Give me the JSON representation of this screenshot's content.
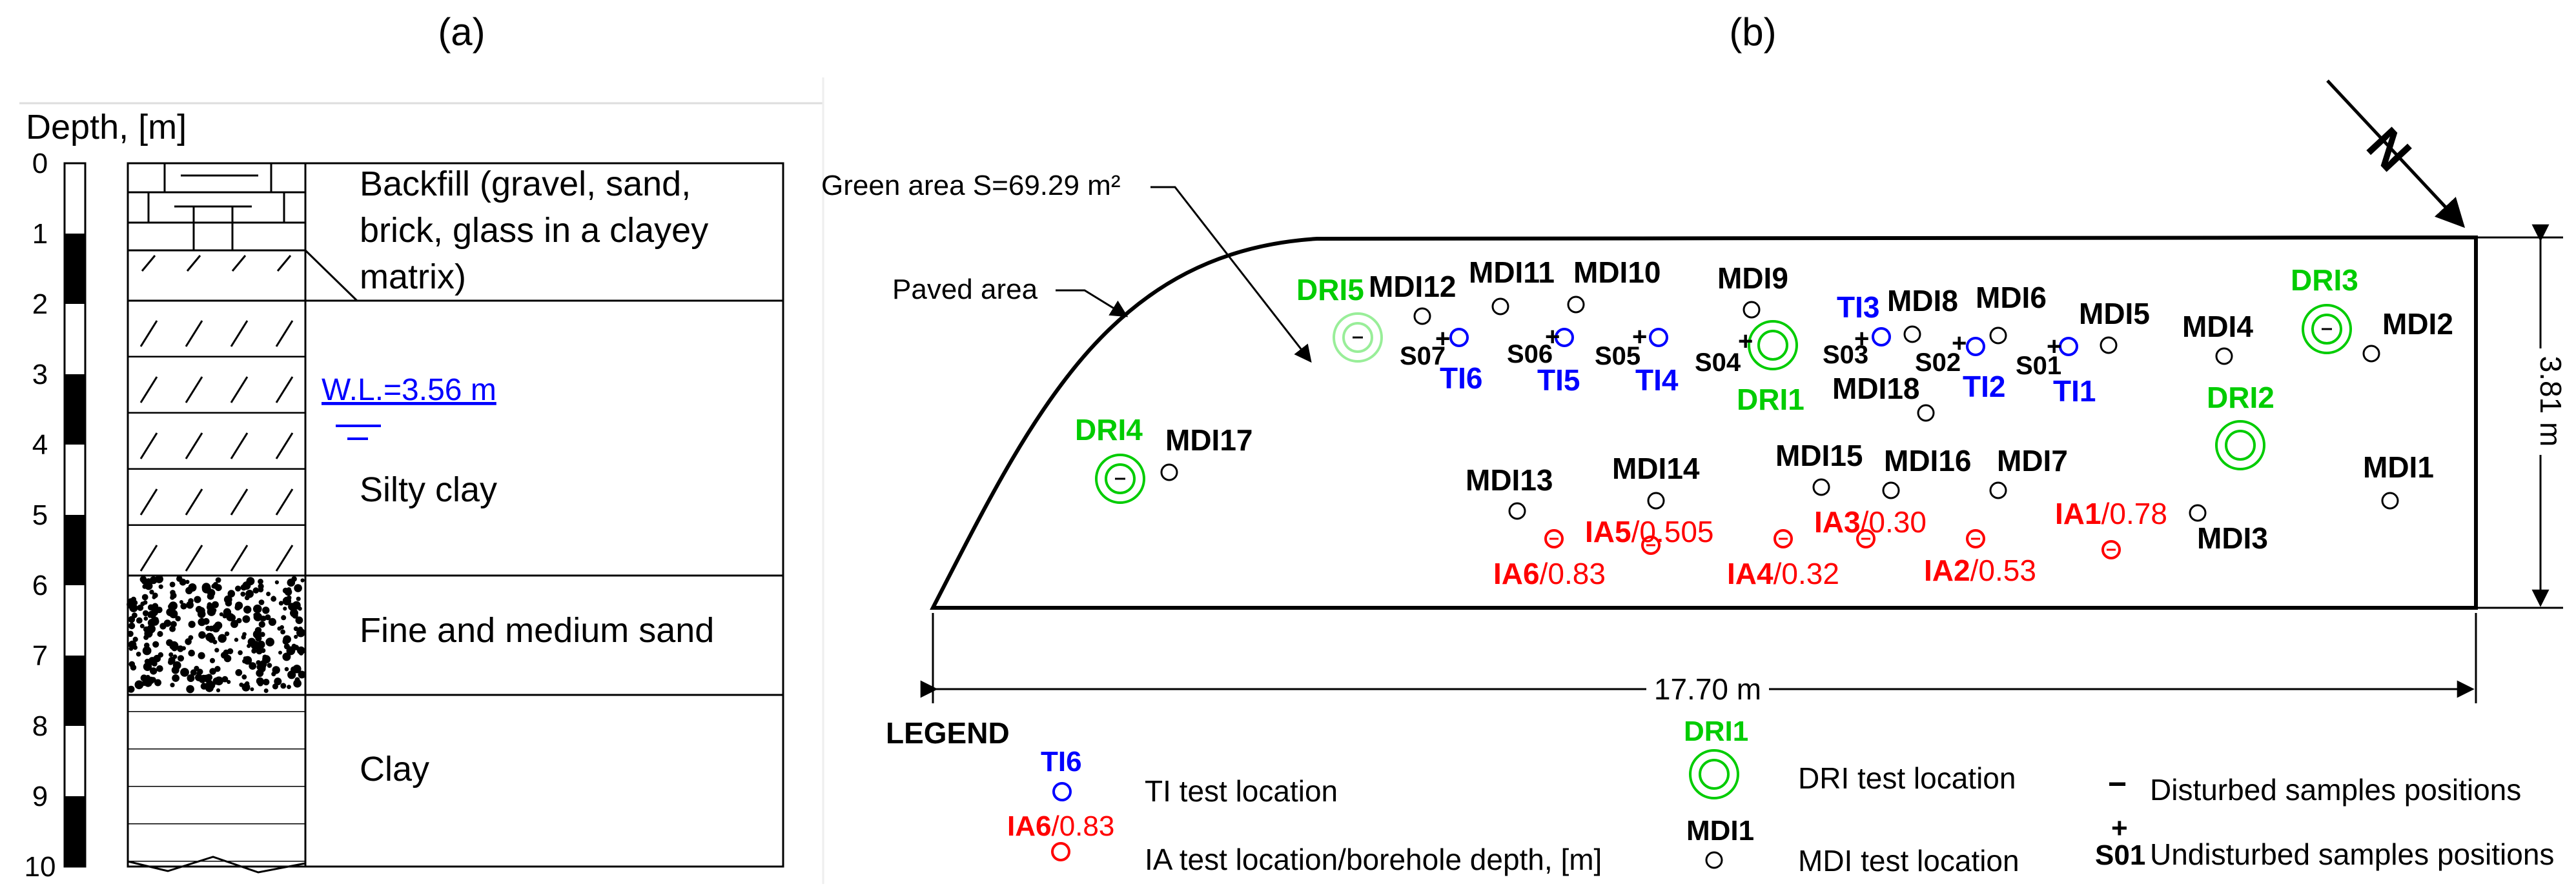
{
  "panel_a": {
    "label": "(a)",
    "depth_axis_title": "Depth, [m]",
    "depth_ticks": [
      "0",
      "1",
      "2",
      "3",
      "4",
      "5",
      "6",
      "7",
      "8",
      "9",
      "10"
    ],
    "layers": [
      {
        "name": "Backfill (gravel, sand, brick, glass in a clayey matrix)",
        "lines": [
          "Backfill (gravel, sand,",
          "brick, glass in a clayey",
          "matrix)"
        ]
      },
      {
        "name": "Silty clay",
        "lines": [
          "Silty clay"
        ]
      },
      {
        "name": "Fine and medium sand",
        "lines": [
          "Fine and medium sand"
        ]
      },
      {
        "name": "Clay",
        "lines": [
          "Clay"
        ]
      }
    ],
    "water_level": "W.L.=3.56 m"
  },
  "panel_b": {
    "label": "(b)",
    "north": "N",
    "green_area": "Green area S=69.29 m²",
    "paved_area": "Paved area",
    "width_dim": "3.81 m",
    "length_dim": "17.70 m",
    "mdi": [
      "MDI1",
      "MDI2",
      "MDI3",
      "MDI4",
      "MDI5",
      "MDI6",
      "MDI7",
      "MDI8",
      "MDI9",
      "MDI10",
      "MDI11",
      "MDI12",
      "MDI13",
      "MDI14",
      "MDI15",
      "MDI16",
      "MDI17",
      "MDI18"
    ],
    "ti": [
      "TI1",
      "TI2",
      "TI3",
      "TI4",
      "TI5",
      "TI6"
    ],
    "dri": [
      "DRI1",
      "DRI2",
      "DRI3",
      "DRI4",
      "DRI5"
    ],
    "samples": [
      "S01",
      "S02",
      "S03",
      "S04",
      "S05",
      "S06",
      "S07"
    ],
    "ia": [
      {
        "id": "IA1",
        "depth": "/0.78"
      },
      {
        "id": "IA2",
        "depth": "/0.53"
      },
      {
        "id": "IA3",
        "depth": "/0.30"
      },
      {
        "id": "IA4",
        "depth": "/0.32"
      },
      {
        "id": "IA5",
        "depth": "/0.505"
      },
      {
        "id": "IA6",
        "depth": "/0.83"
      }
    ],
    "disturbed_mark": "−",
    "undisturbed_mark": "+"
  },
  "legend": {
    "title": "LEGEND",
    "ti_example": "TI6",
    "ti_text": "TI test location",
    "ia_example_id": "IA6",
    "ia_example_depth": "/0.83",
    "ia_text": "IA test location/borehole depth, [m]",
    "dri_example": "DRI1",
    "dri_text": "DRI test location",
    "mdi_example": "MDI1",
    "mdi_text": "MDI test location",
    "disturbed_symbol": "−",
    "disturbed_text": "Disturbed samples positions",
    "undisturbed_symbol": "+",
    "undisturbed_example": "S01",
    "undisturbed_text": "Undisturbed samples positions"
  },
  "colors": {
    "ti": "#0000ff",
    "ia": "#ff0000",
    "dri": "#00cc00",
    "mdi": "#000000"
  }
}
